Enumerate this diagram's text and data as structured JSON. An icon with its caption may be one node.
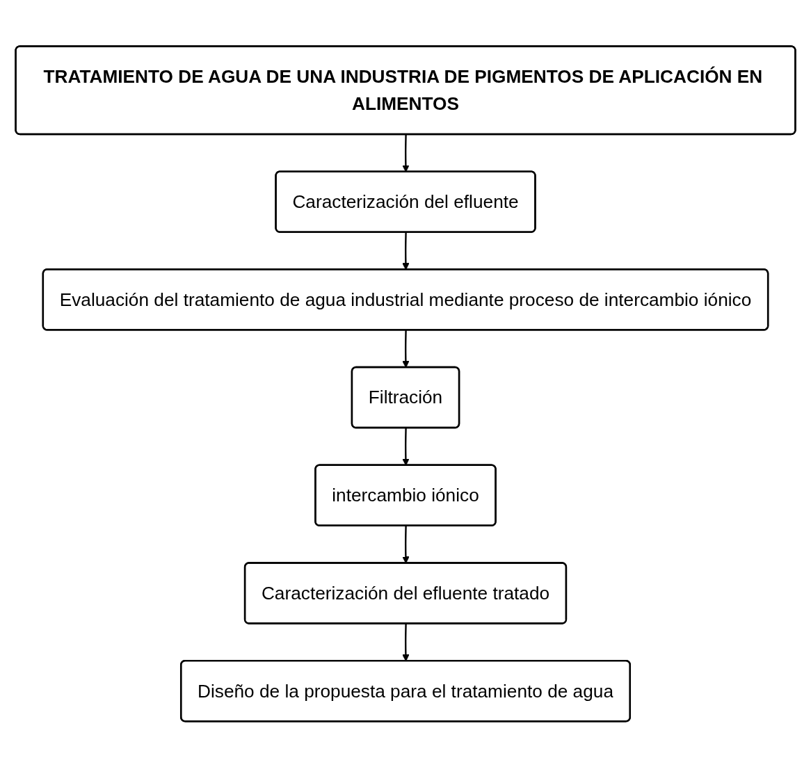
{
  "diagram": {
    "nodes": [
      {
        "text": [
          "TRATAMIENTO DE AGUA DE UNA INDUSTRIA DE PIGMENTOS DE APLICACIÓN EN ALIMENTOS"
        ]
      },
      {
        "text": [
          "Caracterización del efluente"
        ]
      },
      {
        "text": [
          "Evaluación del tratamiento de agua industrial mediante proceso de intercambio iónico"
        ]
      },
      {
        "text": [
          "Filtración"
        ]
      },
      {
        "text": [
          "intercambio iónico"
        ]
      },
      {
        "text": [
          "Caracterización del efluente tratado"
        ]
      },
      {
        "text": [
          "Diseño de la propuesta para el tratamiento de agua"
        ]
      }
    ],
    "edges": [
      {
        "from": 0,
        "to": 1,
        "arrow": "to"
      },
      {
        "from": 1,
        "to": 2,
        "arrow": "to"
      },
      {
        "from": 2,
        "to": 3,
        "arrow": "to"
      },
      {
        "from": 3,
        "to": 4,
        "arrow": "to"
      },
      {
        "from": 4,
        "to": 5,
        "arrow": "to"
      },
      {
        "from": 5,
        "to": 6,
        "arrow": "to"
      }
    ]
  }
}
